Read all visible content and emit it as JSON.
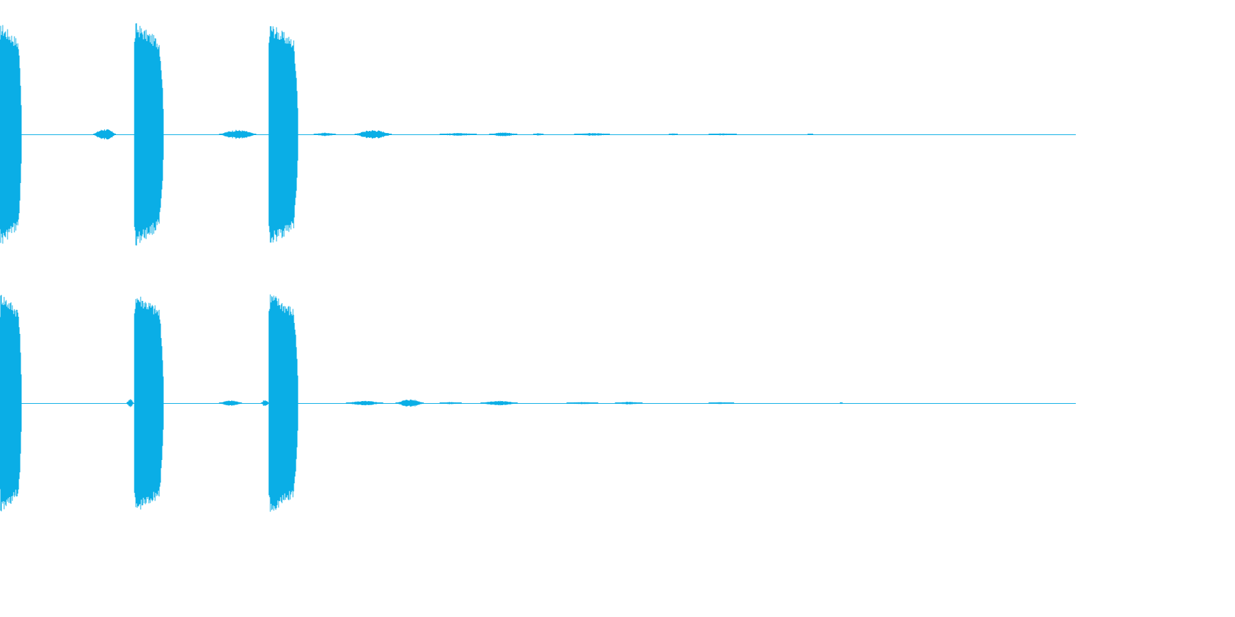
{
  "waveform": {
    "color": "#0aaee6",
    "background": "#ffffff",
    "channels": [
      {
        "name": "",
        "bursts": [
          {
            "start": 0.0,
            "end": 0.02,
            "amplitude": 1.0
          },
          {
            "start": 0.087,
            "end": 0.108,
            "amplitude": 0.05
          },
          {
            "start": 0.125,
            "end": 0.152,
            "amplitude": 1.0
          },
          {
            "start": 0.204,
            "end": 0.238,
            "amplitude": 0.04
          },
          {
            "start": 0.25,
            "end": 0.277,
            "amplitude": 1.0
          },
          {
            "start": 0.292,
            "end": 0.312,
            "amplitude": 0.015
          },
          {
            "start": 0.33,
            "end": 0.364,
            "amplitude": 0.04
          },
          {
            "start": 0.409,
            "end": 0.443,
            "amplitude": 0.012
          },
          {
            "start": 0.455,
            "end": 0.481,
            "amplitude": 0.018
          },
          {
            "start": 0.496,
            "end": 0.505,
            "amplitude": 0.01
          },
          {
            "start": 0.534,
            "end": 0.567,
            "amplitude": 0.012
          },
          {
            "start": 0.622,
            "end": 0.63,
            "amplitude": 0.008
          },
          {
            "start": 0.659,
            "end": 0.685,
            "amplitude": 0.008
          },
          {
            "start": 0.751,
            "end": 0.756,
            "amplitude": 0.008
          }
        ]
      },
      {
        "name": "",
        "bursts": [
          {
            "start": 0.0,
            "end": 0.02,
            "amplitude": 1.0
          },
          {
            "start": 0.118,
            "end": 0.124,
            "amplitude": 0.04
          },
          {
            "start": 0.125,
            "end": 0.152,
            "amplitude": 1.0
          },
          {
            "start": 0.204,
            "end": 0.225,
            "amplitude": 0.025
          },
          {
            "start": 0.243,
            "end": 0.25,
            "amplitude": 0.03
          },
          {
            "start": 0.25,
            "end": 0.277,
            "amplitude": 1.0
          },
          {
            "start": 0.322,
            "end": 0.356,
            "amplitude": 0.02
          },
          {
            "start": 0.368,
            "end": 0.394,
            "amplitude": 0.035
          },
          {
            "start": 0.409,
            "end": 0.429,
            "amplitude": 0.01
          },
          {
            "start": 0.447,
            "end": 0.481,
            "amplitude": 0.02
          },
          {
            "start": 0.527,
            "end": 0.556,
            "amplitude": 0.01
          },
          {
            "start": 0.572,
            "end": 0.597,
            "amplitude": 0.012
          },
          {
            "start": 0.659,
            "end": 0.682,
            "amplitude": 0.008
          },
          {
            "start": 0.781,
            "end": 0.783,
            "amplitude": 0.006
          }
        ]
      }
    ]
  }
}
